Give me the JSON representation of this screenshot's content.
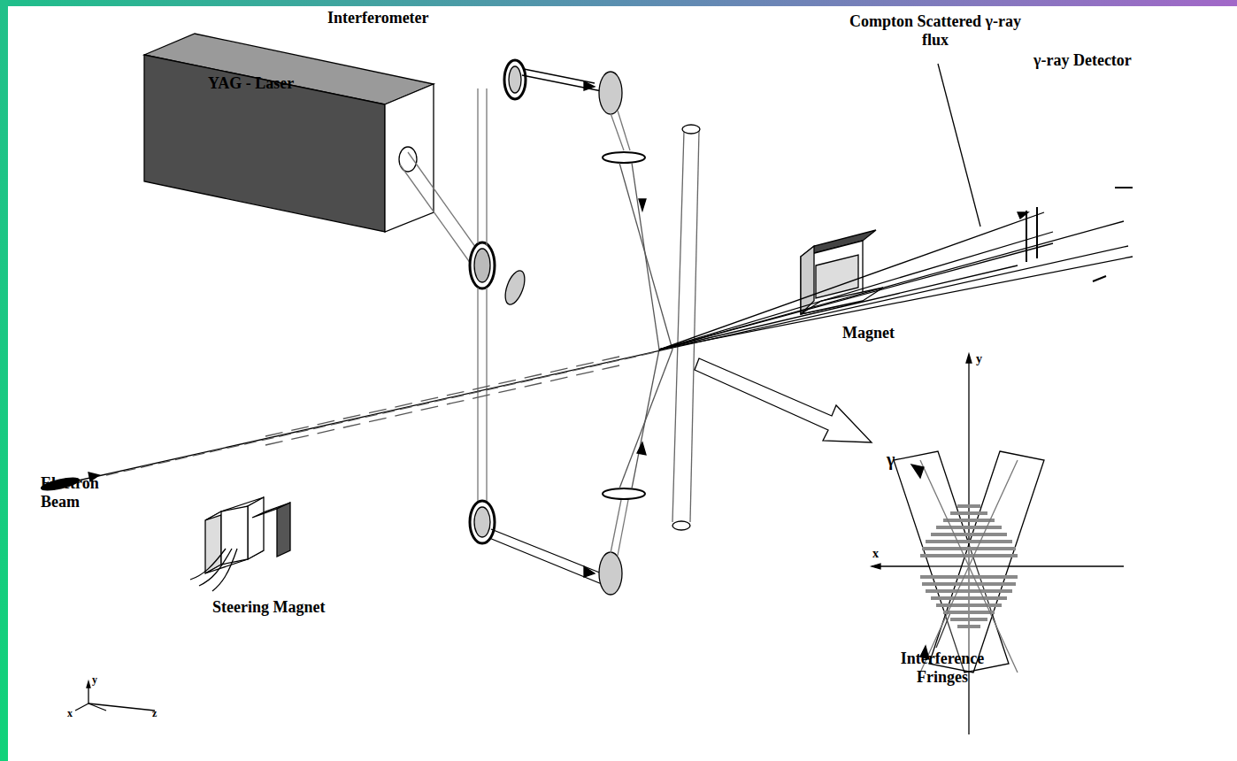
{
  "diagram": {
    "labels": [
      "Interferometer",
      "YAG - Laser",
      "Compton Scattered γ-ray flux",
      "γ-ray Detector",
      "Magnet",
      "Electron Beam",
      "Steering Magnet",
      "γ",
      "y",
      "x",
      "Interference Fringes",
      "x",
      "y",
      "z"
    ]
  }
}
